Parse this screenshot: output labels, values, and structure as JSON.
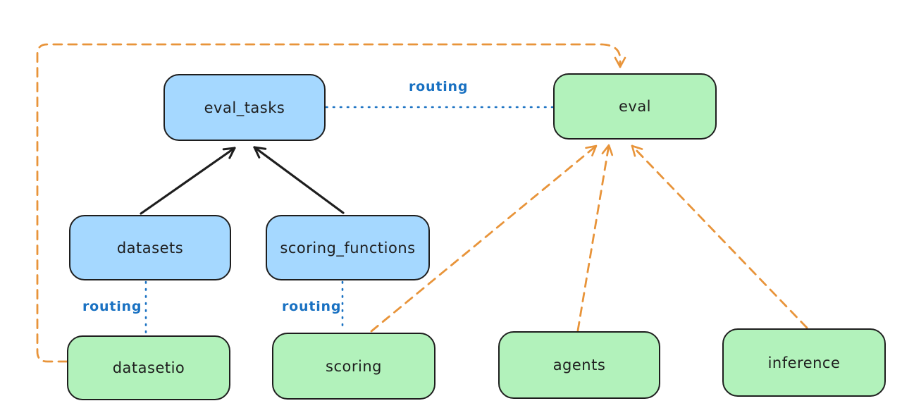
{
  "diagram": {
    "background": "#ffffff",
    "colors": {
      "resource_box_fill": "#a5d8ff",
      "api_box_fill": "#b2f2bb",
      "box_stroke": "#1e1e1e",
      "routing_blue": "#1971c2",
      "provider_orange": "#e8943a",
      "solid_arrow_black": "#1e1e1e"
    },
    "nodes": {
      "eval_tasks": {
        "label": "eval_tasks",
        "fill": "blue"
      },
      "eval": {
        "label": "eval",
        "fill": "green"
      },
      "datasets": {
        "label": "datasets",
        "fill": "blue"
      },
      "scoring_functions": {
        "label": "scoring_functions",
        "fill": "blue"
      },
      "datasetio": {
        "label": "datasetio",
        "fill": "green"
      },
      "scoring": {
        "label": "scoring",
        "fill": "green"
      },
      "agents": {
        "label": "agents",
        "fill": "green"
      },
      "inference": {
        "label": "inference",
        "fill": "green"
      }
    },
    "edges": [
      {
        "from": "datasets",
        "to": "eval_tasks",
        "style": "solid-black-arrow",
        "label": ""
      },
      {
        "from": "scoring_functions",
        "to": "eval_tasks",
        "style": "solid-black-arrow",
        "label": ""
      },
      {
        "from": "eval_tasks",
        "to": "eval",
        "style": "dotted-blue",
        "label": "routing"
      },
      {
        "from": "datasets",
        "to": "datasetio",
        "style": "dotted-blue",
        "label": "routing"
      },
      {
        "from": "scoring_functions",
        "to": "scoring",
        "style": "dotted-blue",
        "label": "routing"
      },
      {
        "from": "datasetio",
        "to": "eval",
        "style": "dashed-orange-arrow",
        "label": ""
      },
      {
        "from": "scoring",
        "to": "eval",
        "style": "dashed-orange-arrow",
        "label": ""
      },
      {
        "from": "agents",
        "to": "eval",
        "style": "dashed-orange-arrow",
        "label": ""
      },
      {
        "from": "inference",
        "to": "eval",
        "style": "dashed-orange-arrow",
        "label": ""
      }
    ]
  }
}
